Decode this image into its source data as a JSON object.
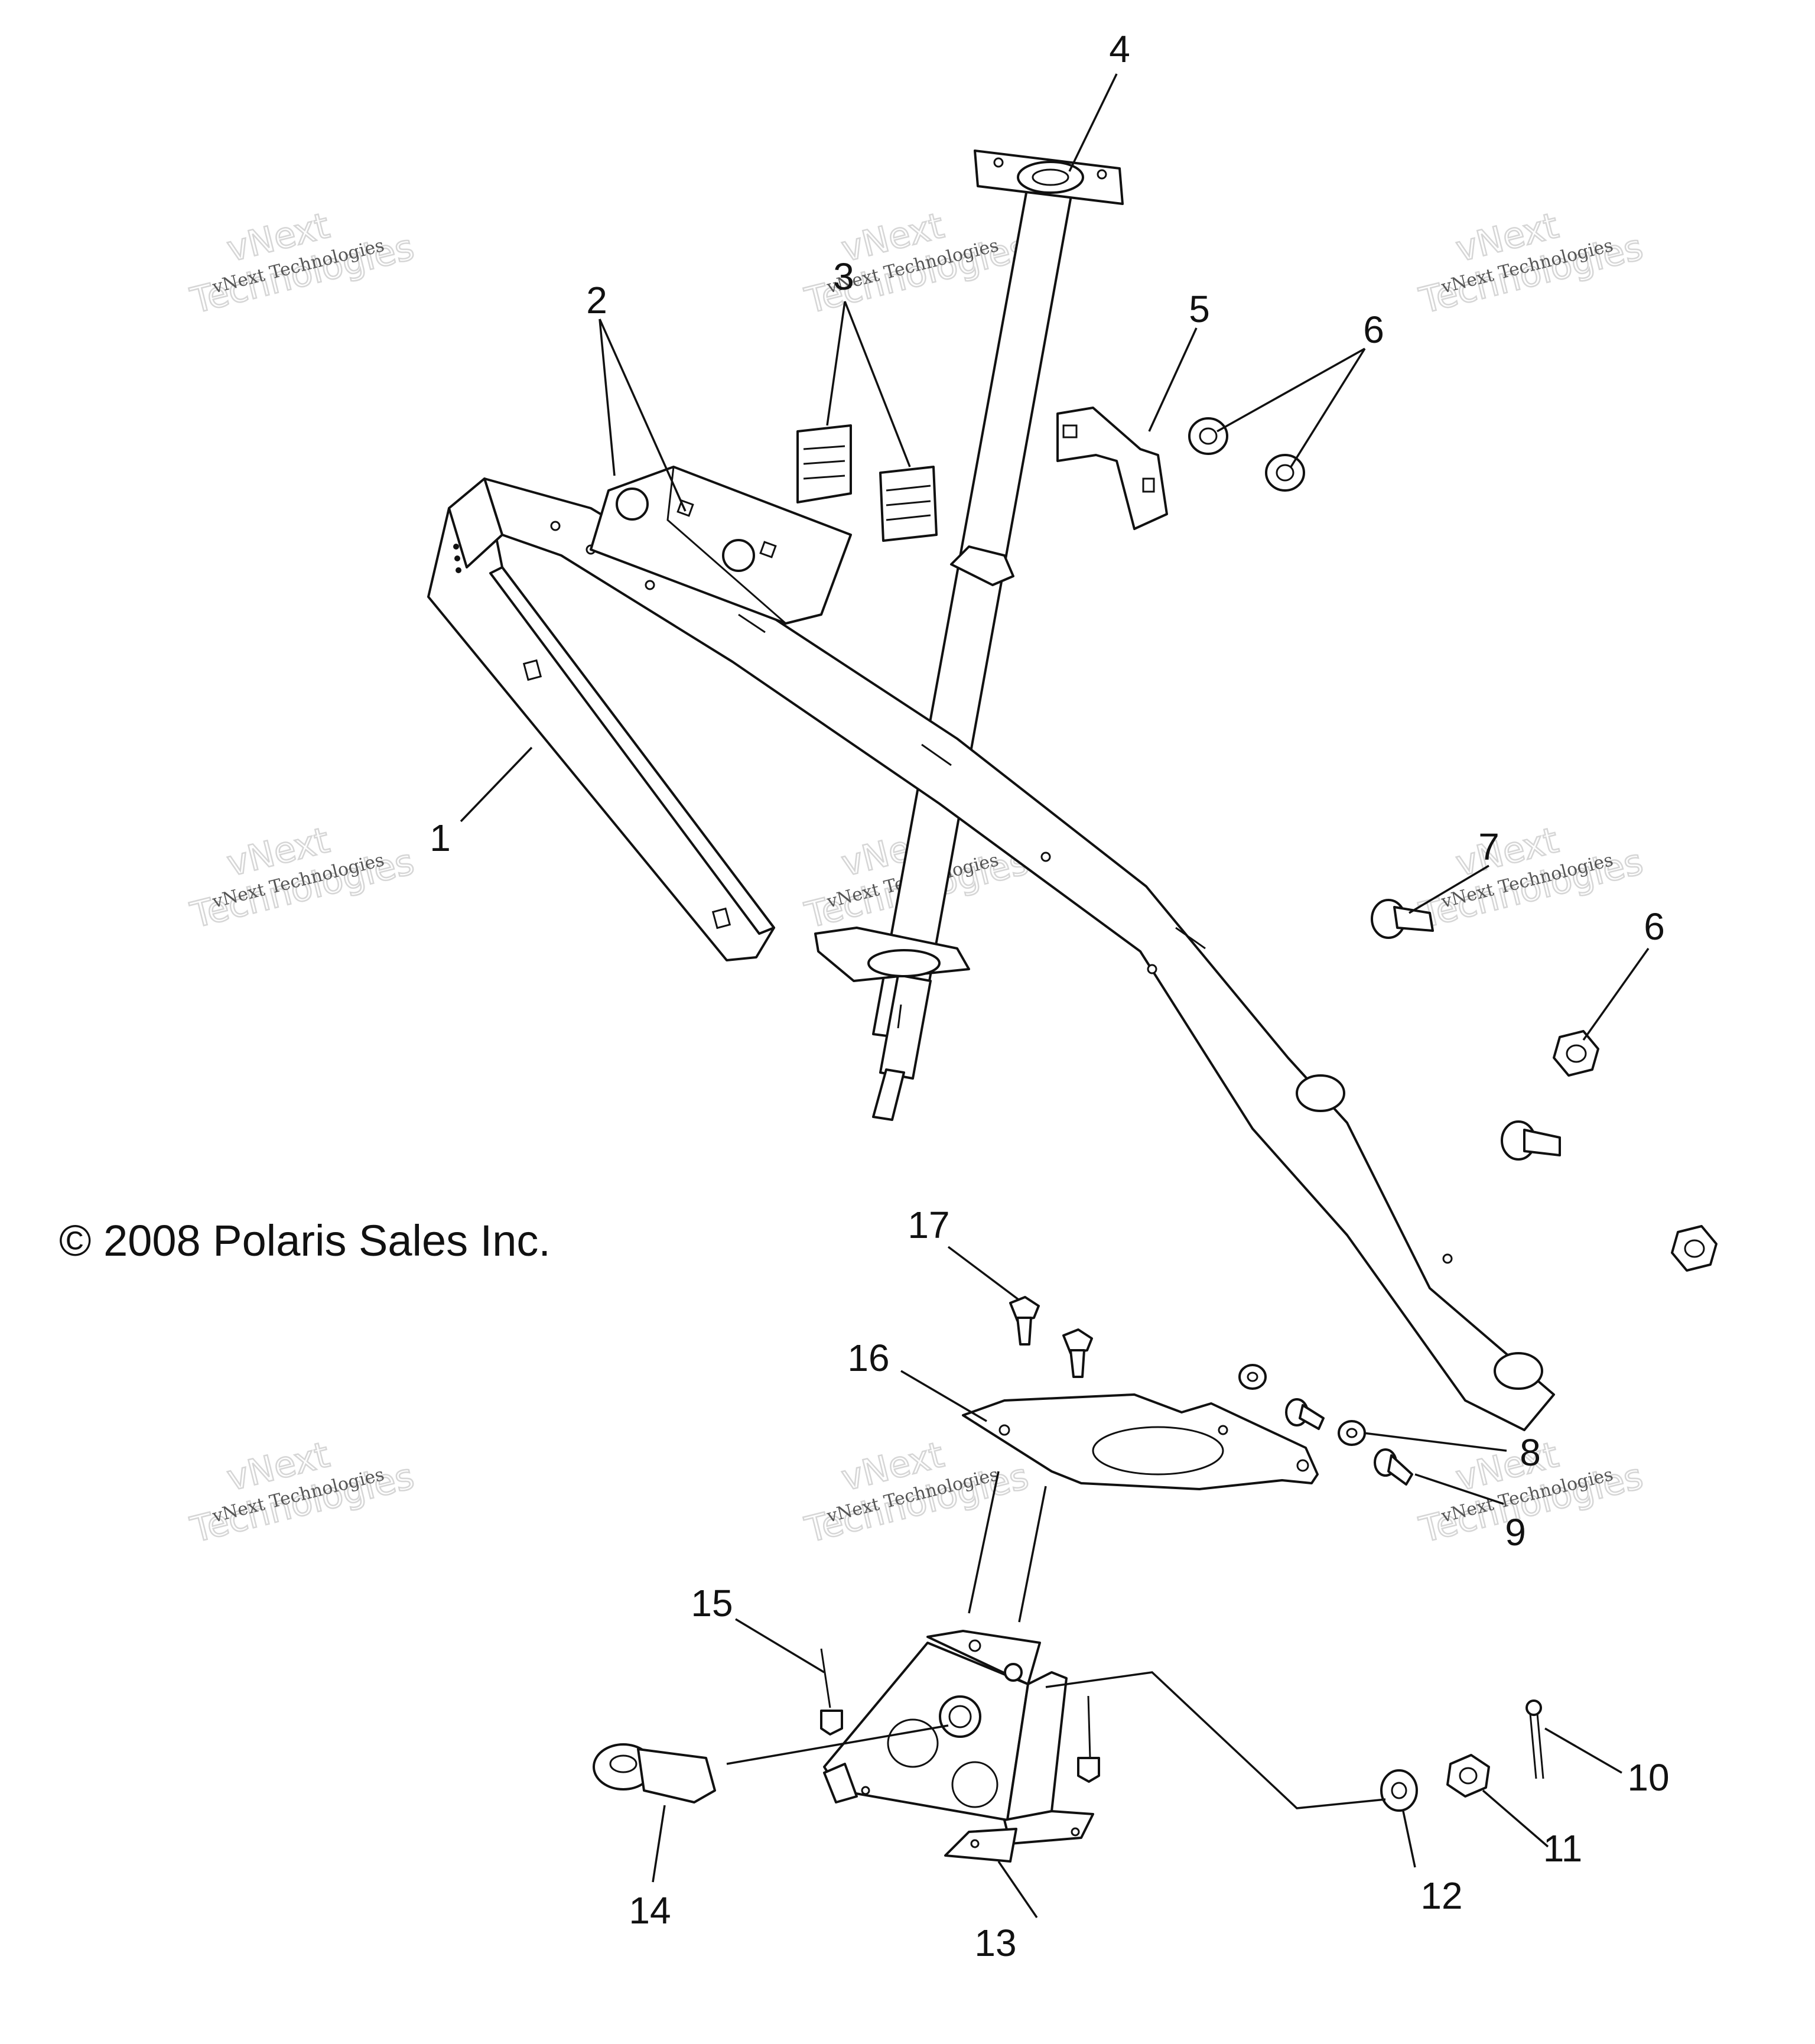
{
  "copyright": "© 2008 Polaris Sales Inc.",
  "watermark": {
    "brand": "vNext",
    "line": "vNext Technologies",
    "big": "Technologies"
  },
  "callouts": [
    "1",
    "2",
    "3",
    "4",
    "5",
    "6",
    "6",
    "7",
    "8",
    "9",
    "10",
    "11",
    "12",
    "13",
    "14",
    "15",
    "16",
    "17"
  ]
}
